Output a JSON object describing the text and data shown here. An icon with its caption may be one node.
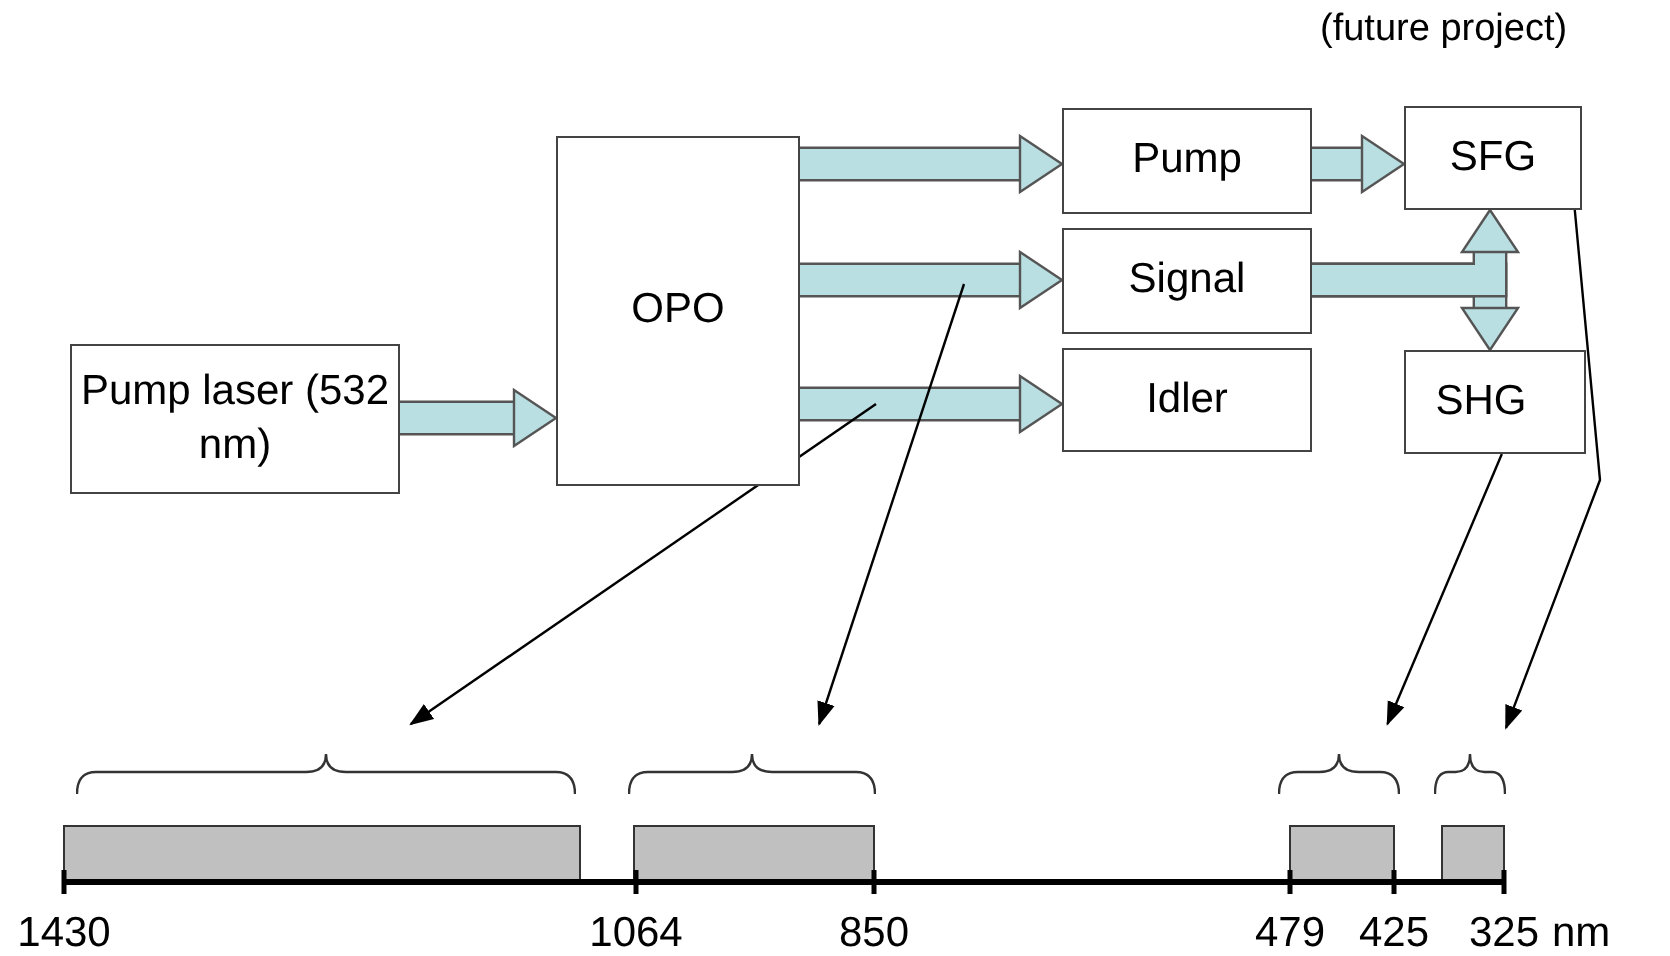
{
  "diagram": {
    "nodes": [
      {
        "text": [
          "Pump laser (532 nm)"
        ]
      },
      {
        "text": [
          "OPO"
        ]
      },
      {
        "text": [
          "Pump"
        ]
      },
      {
        "text": [
          "Signal"
        ]
      },
      {
        "text": [
          "Idler"
        ]
      },
      {
        "text": [
          "SFG"
        ],
        "beside": [
          "(future project)"
        ]
      },
      {
        "text": [
          "SHG"
        ]
      },
      {
        "text": [],
        "shape": "brace"
      },
      {
        "text": [],
        "shape": "brace"
      },
      {
        "text": [],
        "shape": "brace"
      },
      {
        "text": [],
        "shape": "brace"
      }
    ],
    "edges": [
      {
        "from": 0,
        "to": 1,
        "arrow": "to"
      },
      {
        "from": 1,
        "to": 2,
        "arrow": "to"
      },
      {
        "from": 1,
        "to": 3,
        "arrow": "to"
      },
      {
        "from": 1,
        "to": 4,
        "arrow": "to"
      },
      {
        "from": 2,
        "to": 5,
        "arrow": "to"
      },
      {
        "from": 3,
        "to": 6,
        "arrow": "to"
      },
      {
        "from": 3,
        "to": 5,
        "arrow": "to"
      },
      {
        "from": null,
        "to": 7,
        "arrow": "to",
        "color": "#000000"
      },
      {
        "from": null,
        "to": 8,
        "arrow": "to",
        "color": "#000000"
      },
      {
        "from": 6,
        "to": 9,
        "arrow": "to",
        "color": "#000000"
      },
      {
        "from": 5,
        "to": 10,
        "arrow": "to",
        "color": "#000000"
      }
    ],
    "labels": [
      "1430",
      "1064",
      "850",
      "479",
      "425",
      "325",
      "nm"
    ]
  }
}
